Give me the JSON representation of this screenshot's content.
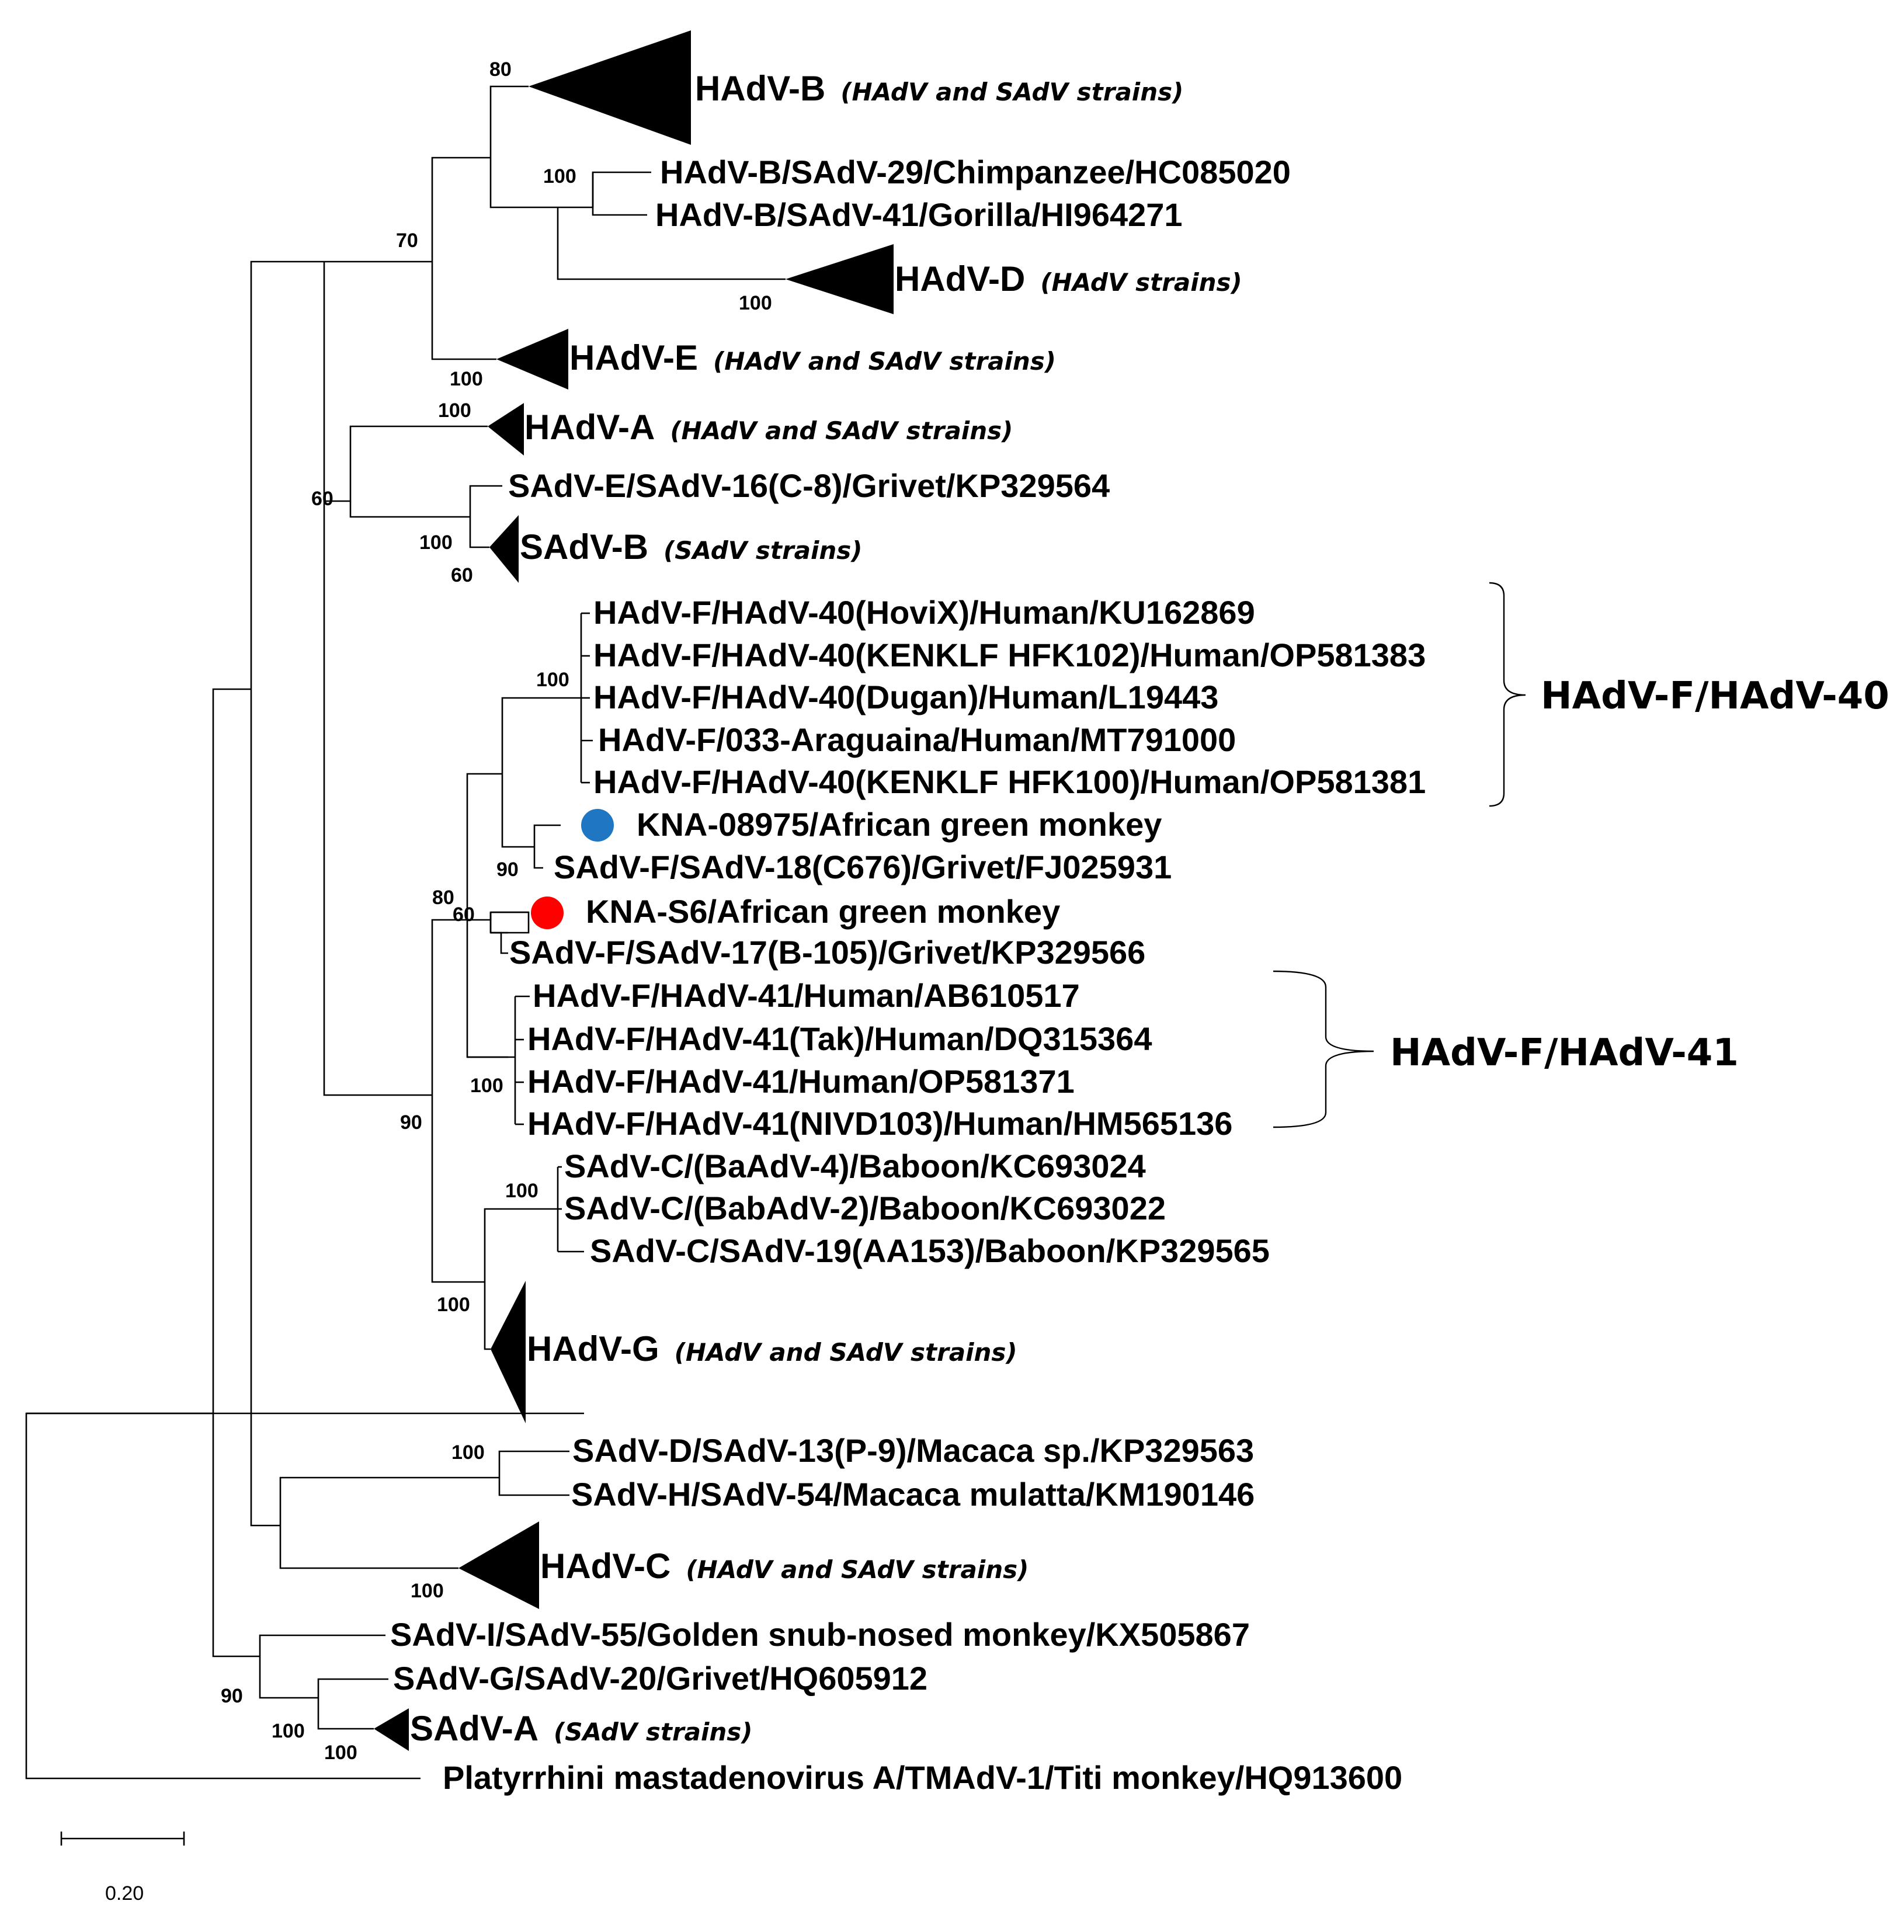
{
  "leaves": {
    "hc085020": "HAdV-B/SAdV-29/Chimpanzee/HC085020",
    "hi964271": "HAdV-B/SAdV-41/Gorilla/HI964271",
    "kp329564": "SAdV-E/SAdV-16(C-8)/Grivet/KP329564",
    "ku162869": "HAdV-F/HAdV-40(HoviX)/Human/KU162869",
    "op581383": "HAdV-F/HAdV-40(KENKLF HFK102)/Human/OP581383",
    "l19443": "HAdV-F/HAdV-40(Dugan)/Human/L19443",
    "mt791000": "HAdV-F/033-Araguaina/Human/MT791000",
    "op581381": "HAdV-F/HAdV-40(KENKLF HFK100)/Human/OP581381",
    "kna08975": "KNA-08975/African green monkey",
    "fj025931": "SAdV-F/SAdV-18(C676)/Grivet/FJ025931",
    "knas6": "KNA-S6/African green monkey",
    "kp329566": "SAdV-F/SAdV-17(B-105)/Grivet/KP329566",
    "ab610517": "HAdV-F/HAdV-41/Human/AB610517",
    "dq315364": "HAdV-F/HAdV-41(Tak)/Human/DQ315364",
    "op581371": "HAdV-F/HAdV-41/Human/OP581371",
    "hm565136": "HAdV-F/HAdV-41(NIVD103)/Human/HM565136",
    "kc693024": "SAdV-C/(BaAdV-4)/Baboon/KC693024",
    "kc693022": "SAdV-C/(BabAdV-2)/Baboon/KC693022",
    "kp329565": "SAdV-C/SAdV-19(AA153)/Baboon/KP329565",
    "kp329563": "SAdV-D/SAdV-13(P-9)/Macaca sp./KP329563",
    "km190146": "SAdV-H/SAdV-54/Macaca mulatta/KM190146",
    "kx505867": "SAdV-I/SAdV-55/Golden snub-nosed monkey/KX505867",
    "hq605912": "SAdV-G/SAdV-20/Grivet/HQ605912",
    "hq913600": "Platyrrhini mastadenovirus A/TMAdV-1/Titi monkey/HQ913600"
  },
  "collapsed_clades": {
    "hadv_b": {
      "name": "HAdV-B",
      "note": "(HAdV and SAdV strains)"
    },
    "hadv_d": {
      "name": "HAdV-D",
      "note": "(HAdV strains)"
    },
    "hadv_e": {
      "name": "HAdV-E",
      "note": "(HAdV and SAdV strains)"
    },
    "hadv_a": {
      "name": "HAdV-A",
      "note": "(HAdV and SAdV strains)"
    },
    "sadv_b": {
      "name": "SAdV-B",
      "note": "(SAdV  strains)"
    },
    "hadv_g": {
      "name": "HAdV-G",
      "note": "(HAdV and SAdV strains)"
    },
    "hadv_c": {
      "name": "HAdV-C",
      "note": "(HAdV and SAdV strains)"
    },
    "sadv_a": {
      "name": "SAdV-A",
      "note": "(SAdV  strains)"
    }
  },
  "groups": {
    "hadv40": "HAdV-F/HAdV-40",
    "hadv41": "HAdV-F/HAdV-41"
  },
  "bootstrap": {
    "hadv_b": "80",
    "b_chimp_gorilla": "100",
    "hadv_d": "100",
    "node_70": "70",
    "hadv_e": "100",
    "hadv_a": "100",
    "node_60_a": "60",
    "sadv_e_b": "100",
    "sadv_b": "60",
    "hadv40": "100",
    "kna08975": "90",
    "node_80": "80",
    "kna_s6": "60",
    "hadv41": "100",
    "node_90_f": "90",
    "baboon": "100",
    "node_100_g": "100",
    "macaca": "100",
    "hadv_c": "100",
    "node_90_low": "90",
    "node_100_sadv_g": "100",
    "sadv_a": "100"
  },
  "markers": {
    "kna08975_color": "#1f77c4",
    "knas6_color": "#ff0000"
  },
  "scale_bar": {
    "label": "0.20"
  }
}
